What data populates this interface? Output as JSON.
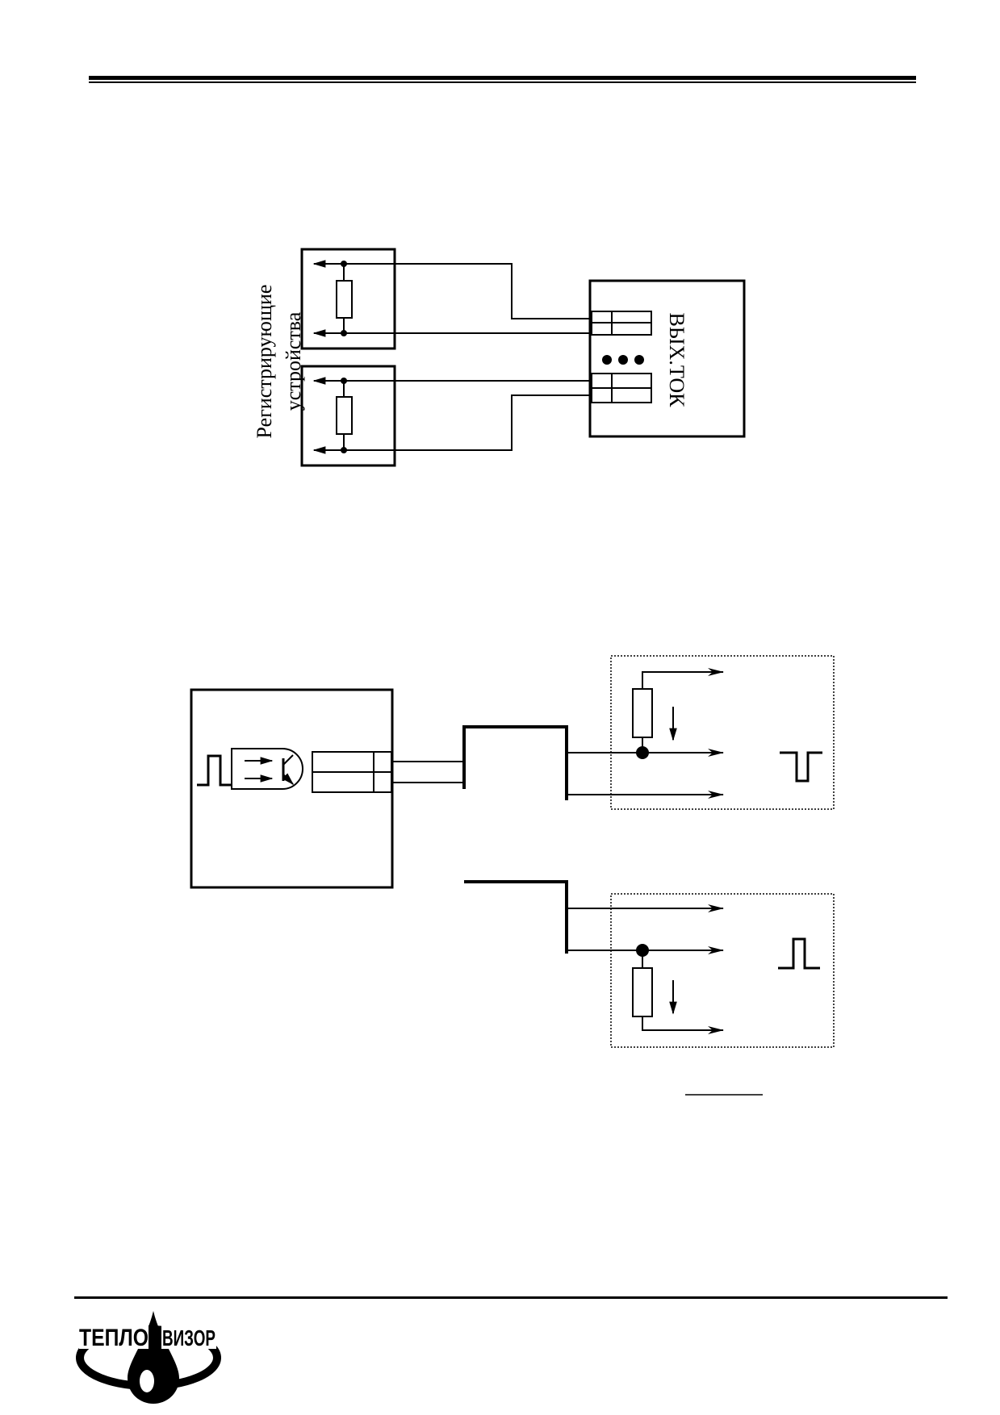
{
  "diagram1": {
    "recorder_label_line1": "Регистрирующие",
    "recorder_label_line2": "устройства",
    "output_label": "ВЫХ.ТОК"
  },
  "logo": {
    "text_left": "ТЕПЛО",
    "text_right": "ВИЗОР"
  }
}
